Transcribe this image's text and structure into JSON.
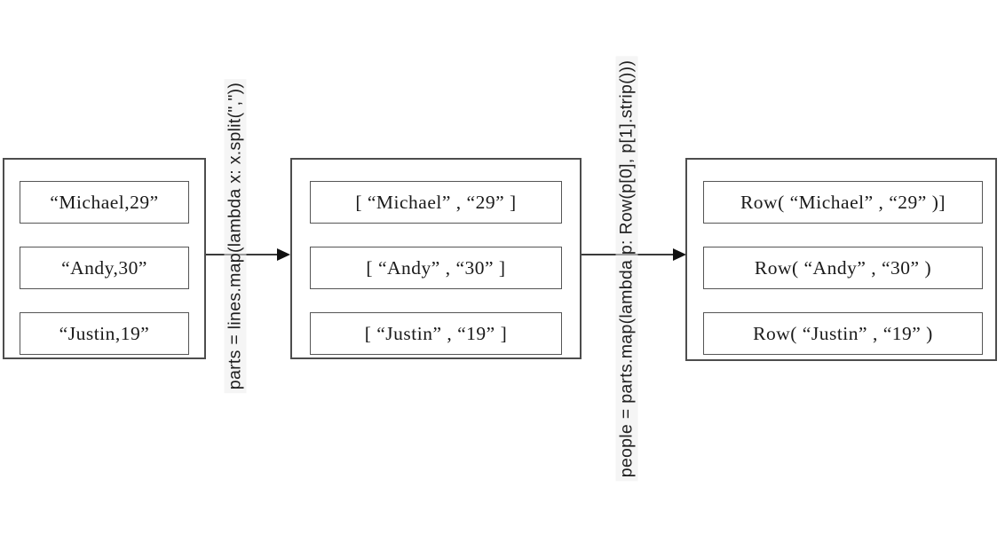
{
  "diagram": {
    "stage1": {
      "rows": [
        "“Michael,29”",
        "“Andy,30”",
        "“Justin,19”"
      ]
    },
    "stage2": {
      "rows": [
        "[ “Michael” , “29” ]",
        "[ “Andy” , “30” ]",
        "[ “Justin” , “19” ]"
      ]
    },
    "stage3": {
      "rows": [
        "Row( “Michael” , “29” )]",
        "Row( “Andy” , “30” )",
        "Row( “Justin” , “19” )"
      ]
    },
    "transform1": {
      "label": "parts = lines.map(lambda x: x.split(\",\"))"
    },
    "transform2": {
      "label": "people = parts.map(lambda p: Row(p[0], p[1].strip()))"
    },
    "colors": {
      "box_border": "#4d4d4d",
      "text": "#1a1a1a",
      "arrow": "#111111",
      "background": "#ffffff"
    }
  }
}
